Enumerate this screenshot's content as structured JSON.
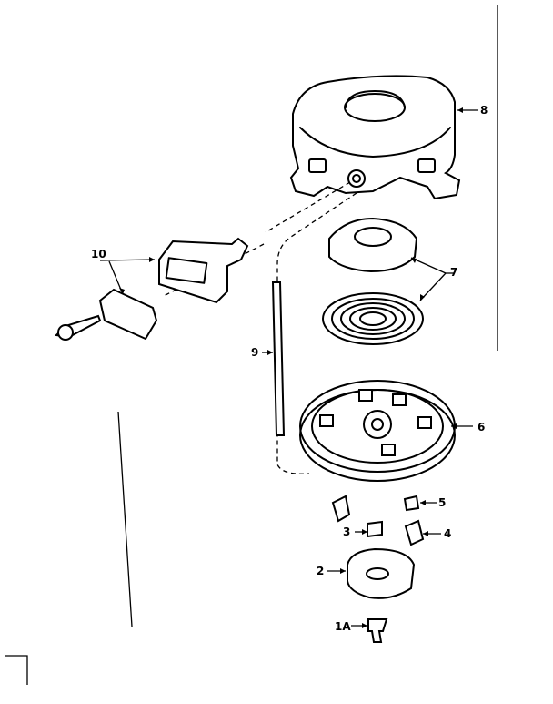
{
  "callouts": {
    "housing": "8",
    "starter_handle": "10",
    "pulley_and_spring": "7",
    "rope": "9",
    "pulley": "6",
    "spring_small": "5",
    "spring": "3",
    "dog": "4",
    "retainer": "2",
    "screw": "1A"
  }
}
